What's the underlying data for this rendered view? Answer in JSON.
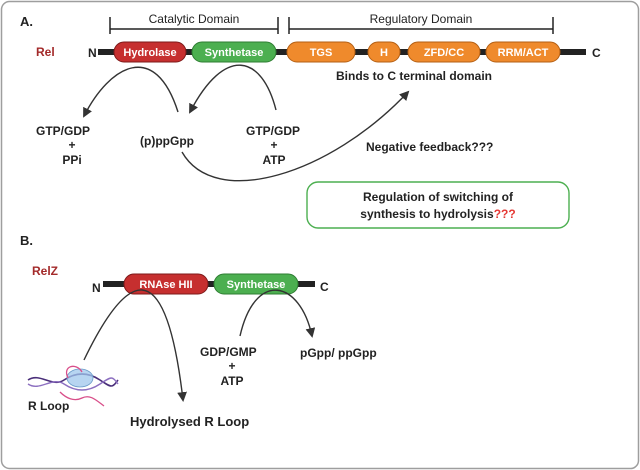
{
  "section_a": {
    "label": "A.",
    "protein_name": "Rel",
    "n_terminal": "N",
    "c_terminal": "C",
    "catalytic_domain": "Catalytic  Domain",
    "regulatory_domain": "Regulatory Domain",
    "domains": [
      "Hydrolase",
      "Synthetase",
      "TGS",
      "H",
      "ZFD/CC",
      "RRM/ACT"
    ],
    "binds_label": "Binds to C terminal domain",
    "gtp_gdp_left": "GTP/GDP",
    "plus_left": "+",
    "ppi": "PPi",
    "ppgpp": "(p)ppGpp",
    "gtp_gdp_right": "GTP/GDP",
    "plus_right": "+",
    "atp_right": "ATP",
    "negative_feedback": "Negative feedback???",
    "regulation_line1": "Regulation of switching of",
    "regulation_line2_main": "synthesis to hydrolysis",
    "regulation_line2_mark": "???"
  },
  "section_b": {
    "label": "B.",
    "protein_name": "RelZ",
    "n_terminal": "N",
    "c_terminal": "C",
    "domains": [
      "RNAse HII",
      "Synthetase"
    ],
    "gdp_gmp": "GDP/GMP",
    "plus": "+",
    "atp": "ATP",
    "product": "pGpp/ ppGpp",
    "r_loop": "R Loop",
    "hydrolysed": "Hydrolysed  R Loop"
  },
  "colors": {
    "hydrolase_red": "#c62f2f",
    "synthetase_green": "#4caf50",
    "regulatory_orange": "#ef8a2c",
    "rel_label_red": "#a32a2a",
    "question_red": "#e53935",
    "box_border": "#4caf50",
    "frame_border": "#9e9e9e"
  },
  "icons": [
    "r-loop-icon"
  ]
}
